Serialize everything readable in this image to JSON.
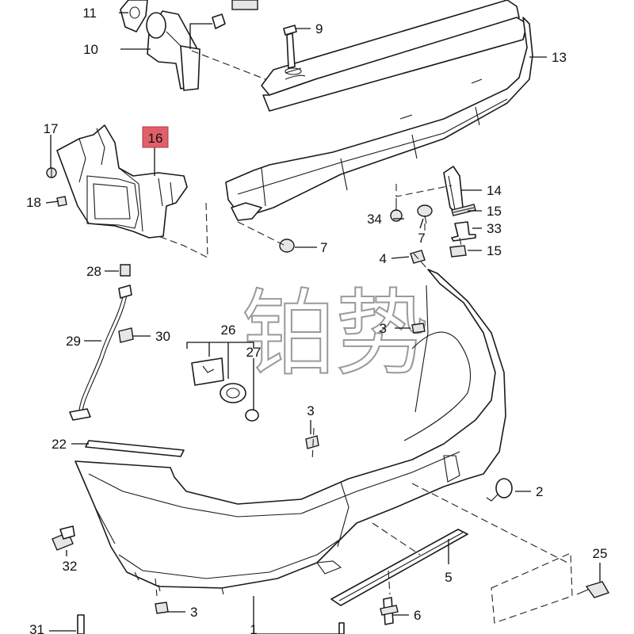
{
  "diagram": {
    "highlight_color": "#e0606a",
    "highlighted_part": "16",
    "callouts": [
      "11",
      "10",
      "9",
      "13",
      "17",
      "16",
      "18",
      "14",
      "34",
      "15",
      "7",
      "33",
      "7",
      "15",
      "4",
      "28",
      "26",
      "3",
      "30",
      "29",
      "27",
      "3",
      "22",
      "2",
      "32",
      "5",
      "25",
      "3",
      "6",
      "31",
      "1"
    ]
  },
  "watermark": {
    "text": "铂势"
  }
}
